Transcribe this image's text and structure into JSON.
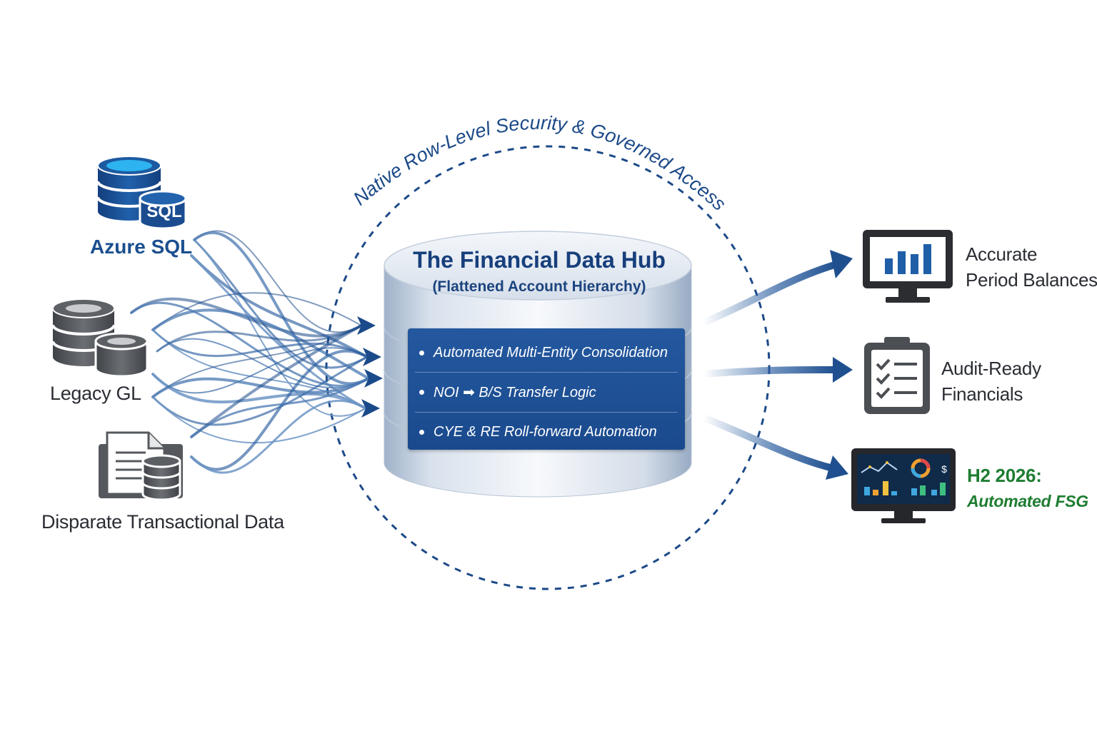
{
  "ring_label": "Native Row-Level Security & Governed Access",
  "hub": {
    "title": "The Financial Data Hub",
    "subtitle": "(Flattened Account Hierarchy)",
    "features": [
      "Automated Multi-Entity Consolidation",
      "NOI ➡ B/S Transfer Logic",
      "CYE & RE Roll-forward Automation"
    ]
  },
  "sources": [
    {
      "label": "Azure SQL",
      "icon": "database-sql-icon",
      "badge": "SQL"
    },
    {
      "label": "Legacy GL",
      "icon": "database-stack-icon"
    },
    {
      "label": "Disparate Transactional Data",
      "icon": "documents-database-icon"
    }
  ],
  "outputs": [
    {
      "line1": "Accurate",
      "line2": "Period Balances",
      "icon": "monitor-bar-chart-icon"
    },
    {
      "line1": "Audit-Ready",
      "line2": "Financials",
      "icon": "clipboard-checklist-icon"
    },
    {
      "line1": "H2 2026:",
      "line2": "Automated FSG",
      "icon": "monitor-dashboard-icon"
    }
  ],
  "dashboard_symbol": "$",
  "colors": {
    "primary_blue": "#1a4a8d",
    "azure_blue": "#1f6fc0",
    "icon_gray": "#53565b",
    "future_green": "#1e7d32"
  }
}
